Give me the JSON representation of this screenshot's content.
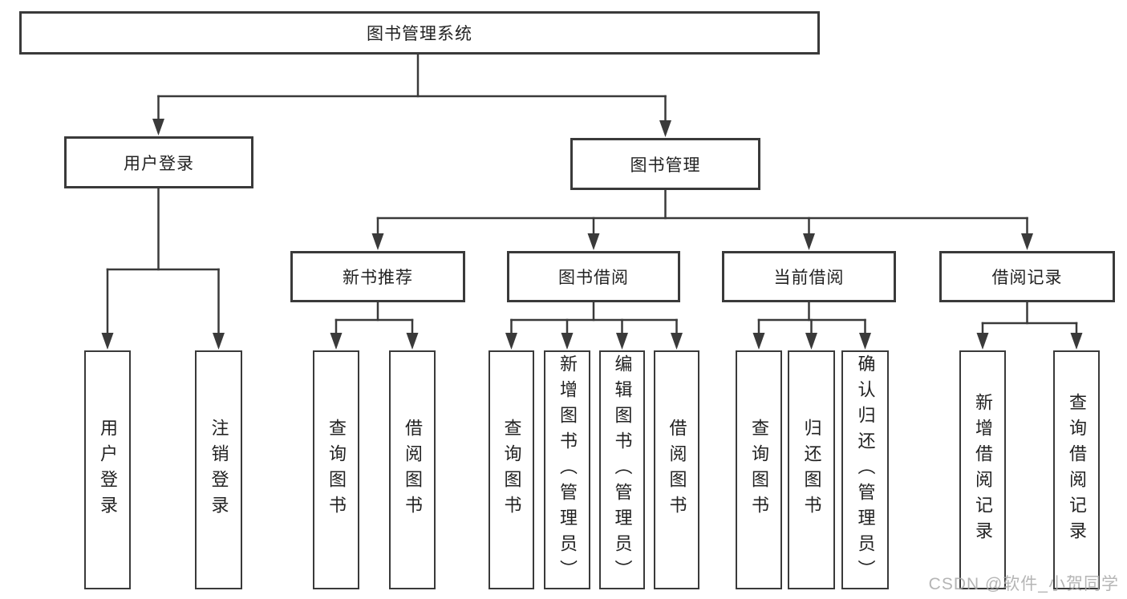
{
  "colors": {
    "line": "#3a3a3a",
    "box_border": "#3a3a3a",
    "box_fill": "#ffffff",
    "text": "#222222",
    "watermark": "#a8a8a8"
  },
  "watermark": "CSDN @软件_小贺同学",
  "diagram": {
    "root": {
      "label": "图书管理系统"
    },
    "branches": [
      {
        "label": "用户登录",
        "children": [
          {
            "label": "用户登录"
          },
          {
            "label": "注销登录"
          }
        ]
      },
      {
        "label": "图书管理",
        "children": [
          {
            "label": "新书推荐",
            "children": [
              {
                "label": "查询图书"
              },
              {
                "label": "借阅图书"
              }
            ]
          },
          {
            "label": "图书借阅",
            "children": [
              {
                "label": "查询图书"
              },
              {
                "label": "新增图书（管理员）"
              },
              {
                "label": "编辑图书（管理员）"
              },
              {
                "label": "借阅图书"
              }
            ]
          },
          {
            "label": "当前借阅",
            "children": [
              {
                "label": "查询图书"
              },
              {
                "label": "归还图书"
              },
              {
                "label": "确认归还（管理员）"
              }
            ]
          },
          {
            "label": "借阅记录",
            "children": [
              {
                "label": "新增借阅记录"
              },
              {
                "label": "查询借阅记录"
              }
            ]
          }
        ]
      }
    ]
  }
}
